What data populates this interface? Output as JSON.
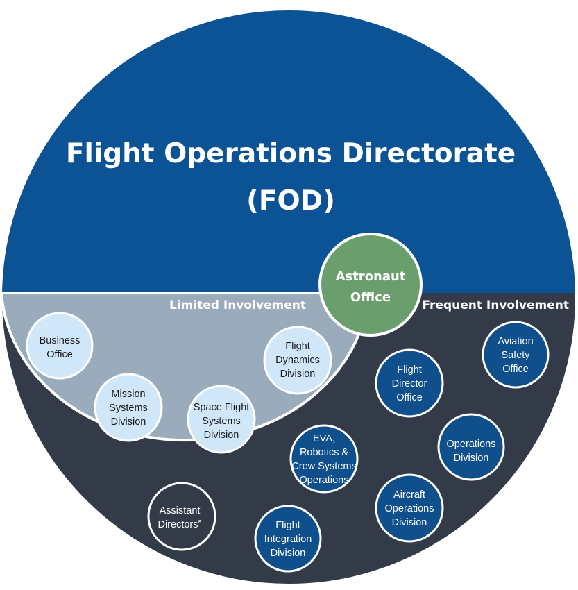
{
  "title": {
    "line1": "Flight Operations Directorate",
    "line2": "(FOD)"
  },
  "sections": {
    "limited": "Limited Involvement",
    "frequent": "Frequent Involvement"
  },
  "astronaut_office": {
    "line1": "Astronaut",
    "line2": "Office"
  },
  "limited_units": {
    "business_office": [
      "Business",
      "Office"
    ],
    "mission_systems": [
      "Mission",
      "Systems",
      "Division"
    ],
    "space_flight_systems": [
      "Space Flight",
      "Systems",
      "Division"
    ],
    "flight_dynamics": [
      "Flight",
      "Dynamics",
      "Division"
    ]
  },
  "frequent_units": {
    "aviation_safety": [
      "Aviation",
      "Safety",
      "Office"
    ],
    "flight_director": [
      "Flight",
      "Director",
      "Office"
    ],
    "operations_division": [
      "Operations",
      "Division"
    ],
    "eva_robotics": [
      "EVA,",
      "Robotics &",
      "Crew Systems",
      "Operations"
    ],
    "aircraft_operations": [
      "Aircraft",
      "Operations",
      "Division"
    ],
    "flight_integration": [
      "Flight",
      "Integration",
      "Division"
    ],
    "assistant_directors": [
      "Assistant",
      "Directors",
      "a"
    ]
  },
  "colors": {
    "fod_blue": "#0b5394",
    "dark_slate": "#343b48",
    "limited_gray": "#9aabbc",
    "light_bubble": "#cfe7f8",
    "dark_bubble": "#0e4f8c",
    "astronaut_green": "#6a9e6c"
  }
}
